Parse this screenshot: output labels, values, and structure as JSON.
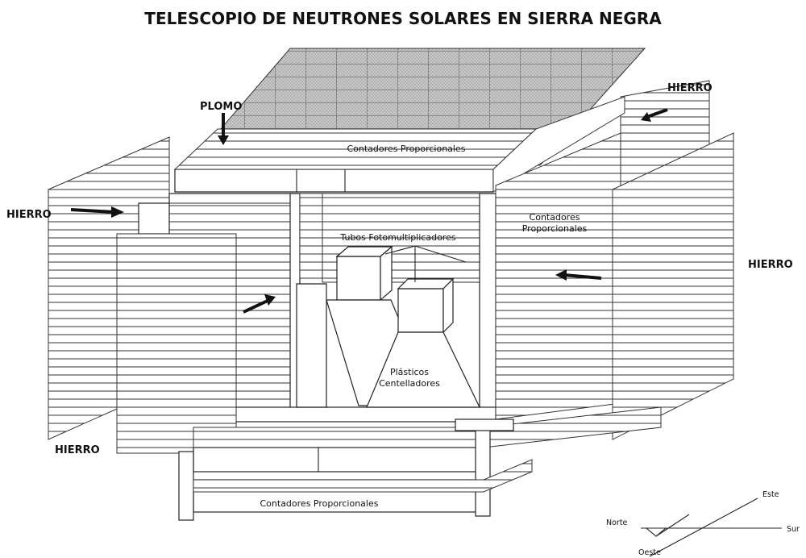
{
  "title": "TELESCOPIO DE NEUTRONES SOLARES EN SIERRA NEGRA",
  "labels": {
    "plomo": "PLOMO",
    "hierro_top_right": "HIERRO",
    "hierro_left": "HIERRO",
    "hierro_right": "HIERRO",
    "hierro_bottom_left": "HIERRO",
    "contadores_top": "Contadores Proporcionales",
    "contadores_side_1": "Contadores",
    "contadores_side_2": "Proporcionales",
    "contadores_bottom": "Contadores Proporcionales",
    "tubos": "Tubos Fotomultiplicadores",
    "plasticos_1": "Plásticos",
    "plasticos_2": "Centelladores"
  },
  "compass": {
    "este": "Este",
    "norte": "Norte",
    "sur": "Sur",
    "oeste": "Oeste"
  }
}
